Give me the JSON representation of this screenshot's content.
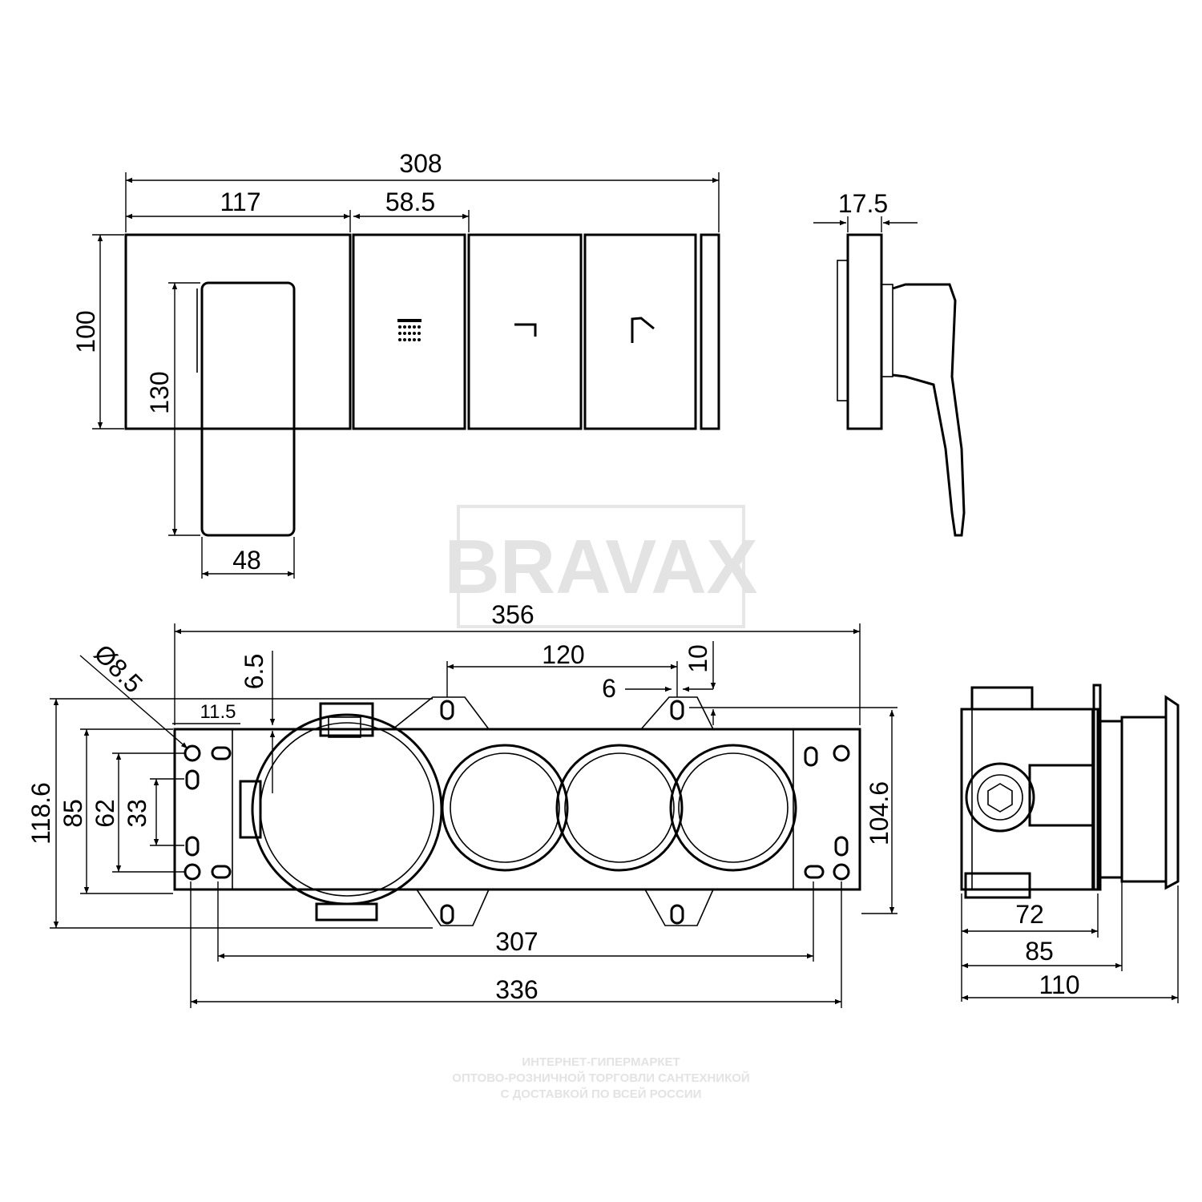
{
  "watermark": {
    "brand": "BRAVAX",
    "lines": [
      "ИНТЕРНЕТ-ГИПЕРМАРКЕТ",
      "ОПТОВО-РОЗНИЧНОЙ ТОРГОВЛИ САНТЕХНИКОЙ",
      "С ДОСТАВКОЙ ПО ВСЕЙ РОССИИ"
    ]
  },
  "front_view": {
    "dims": {
      "total_width": "308",
      "first_section": "117",
      "button_width": "58.5",
      "height": "100",
      "handle_height": "130",
      "handle_width": "48"
    },
    "buttons": [
      {
        "icon": "overhead-shower-icon"
      },
      {
        "icon": "spout-icon"
      },
      {
        "icon": "hand-shower-icon"
      }
    ]
  },
  "side_view": {
    "dims": {
      "plate_depth": "17.5"
    }
  },
  "box_front_view": {
    "dims": {
      "total_width": "356",
      "hole_spacing": "120",
      "slot_offset": "10",
      "slot_width": "6",
      "edge_offset": "6.5",
      "hole_diameter": "Ø8.5",
      "hole_pitch": "11.5",
      "total_height": "118.6",
      "height_85": "85",
      "height_62": "62",
      "height_33": "33",
      "height_104": "104.6",
      "width_307": "307",
      "width_336": "336"
    }
  },
  "box_side_view": {
    "dims": {
      "depth_72": "72",
      "depth_85": "85",
      "depth_110": "110"
    }
  }
}
